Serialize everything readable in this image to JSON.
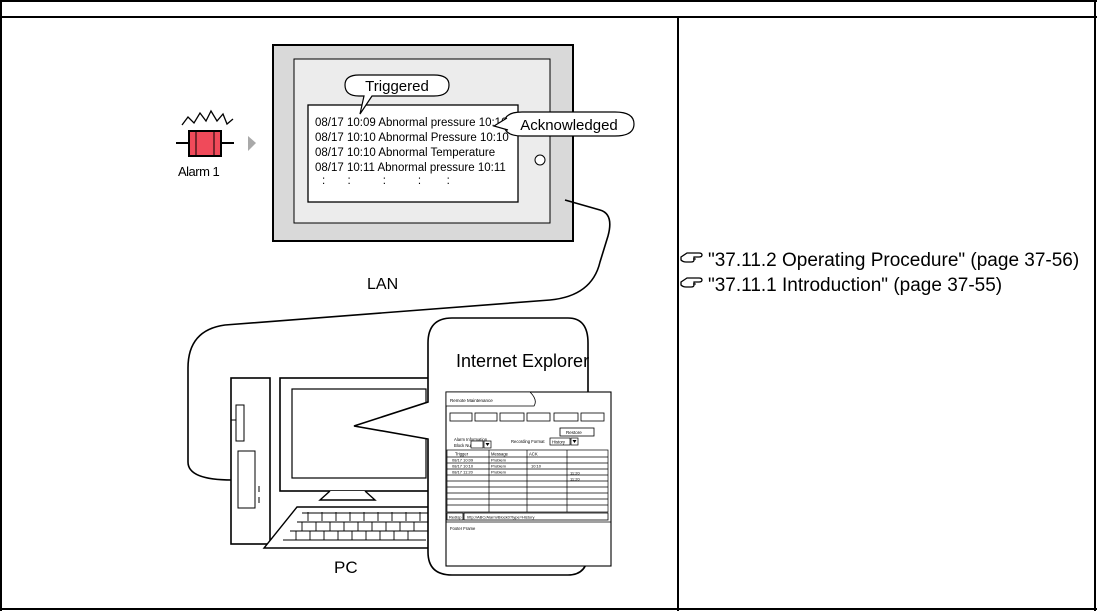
{
  "alarm": {
    "label": "Alarm 1"
  },
  "display": {
    "triggered_callout": "Triggered",
    "acknowledged_callout": "Acknowledged",
    "rows": [
      {
        "date": "08/17",
        "time": "10:09",
        "message": "Abnormal pressure",
        "ack": "10:10"
      },
      {
        "date": "08/17",
        "time": "10:10",
        "message": "Abnormal Pressure",
        "ack": "10:10"
      },
      {
        "date": "08/17",
        "time": "10:10",
        "message": "Abnormal Temperature",
        "ack": ""
      },
      {
        "date": "08/17",
        "time": "10:11",
        "message": "Abnormal pressure",
        "ack": "10:11"
      }
    ],
    "continuation": ":       :          :          :        :"
  },
  "network": {
    "lan_label": "LAN",
    "pc_label": "PC"
  },
  "browser": {
    "callout_title": "Internet Explorer",
    "page_title": "Remote Maintenance",
    "restore_button": "Restore",
    "alarm_information_label": "Alarm Information",
    "block_number_label": "Block Number",
    "recording_format_label": "Recording Format",
    "recording_format_value": "History",
    "table_headers": [
      "Trigger",
      "Message",
      "ACK",
      ""
    ],
    "table_rows": [
      [
        "08/17  10:09",
        "Problem",
        "",
        ""
      ],
      [
        "08/17  10:10",
        "Problem",
        "10:10",
        ""
      ],
      [
        "08/17  11:20",
        "Problem",
        "",
        "11:20"
      ],
      [
        "",
        "",
        "",
        "11:20"
      ]
    ],
    "url_button": "Redisp",
    "url_text": "http://ABC/Alarm/Block0?type=History",
    "footer_frame": "Footer Frame"
  },
  "references": [
    {
      "text": "\"37.11.2 Operating Procedure\" (page 37-56)"
    },
    {
      "text": "\"37.11.1 Introduction\" (page 37-55)"
    }
  ]
}
